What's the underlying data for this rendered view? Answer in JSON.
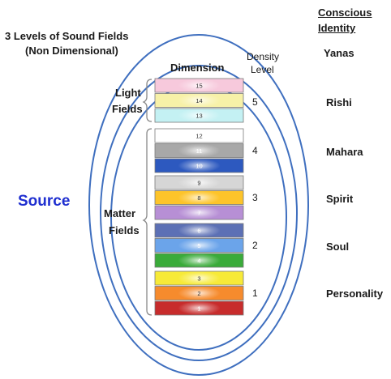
{
  "title_line1": "3 Levels of Sound Fields",
  "title_line2": "(Non Dimensional)",
  "header_identity_line1": "Conscious",
  "header_identity_line2": "Identity",
  "header_dimension": "Dimension",
  "header_density_line1": "Density",
  "header_density_line2": "Level",
  "source_label": "Source",
  "light_fields_line1": "Light",
  "light_fields_line2": "Fields",
  "matter_fields_line1": "Matter",
  "matter_fields_line2": "Fields",
  "bars": [
    {
      "label": "15",
      "color": "#f7c9dc",
      "text_color": "#333333"
    },
    {
      "label": "14",
      "color": "#f7f1a8",
      "text_color": "#333333"
    },
    {
      "label": "13",
      "color": "#c4f1f3",
      "text_color": "#333333"
    },
    {
      "label": "12",
      "color": "#ffffff",
      "text_color": "#333333"
    },
    {
      "label": "11",
      "color": "#a8a8a8",
      "text_color": "#ffffff"
    },
    {
      "label": "10",
      "color": "#2d59bf",
      "text_color": "#ffffff"
    },
    {
      "label": "9",
      "color": "#d6d6d6",
      "text_color": "#333333"
    },
    {
      "label": "8",
      "color": "#fdc42a",
      "text_color": "#333333"
    },
    {
      "label": "7",
      "color": "#b78fd5",
      "text_color": "#ffffff"
    },
    {
      "label": "6",
      "color": "#5c70b5",
      "text_color": "#ffffff"
    },
    {
      "label": "5",
      "color": "#6ba4ea",
      "text_color": "#ffffff"
    },
    {
      "label": "4",
      "color": "#3aab3a",
      "text_color": "#ffffff"
    },
    {
      "label": "3",
      "color": "#f7ea38",
      "text_color": "#333333"
    },
    {
      "label": "2",
      "color": "#f68b2d",
      "text_color": "#333333"
    },
    {
      "label": "1",
      "color": "#c72c2c",
      "text_color": "#ffffff"
    }
  ],
  "density_levels": [
    "5",
    "4",
    "3",
    "2",
    "1"
  ],
  "identities": [
    "Yanas",
    "Rishi",
    "Mahara",
    "Spirit",
    "Soul",
    "Personality"
  ],
  "colors": {
    "ellipse": "#3f6fbf",
    "bracket": "#888888",
    "source": "#1f2fd0"
  }
}
